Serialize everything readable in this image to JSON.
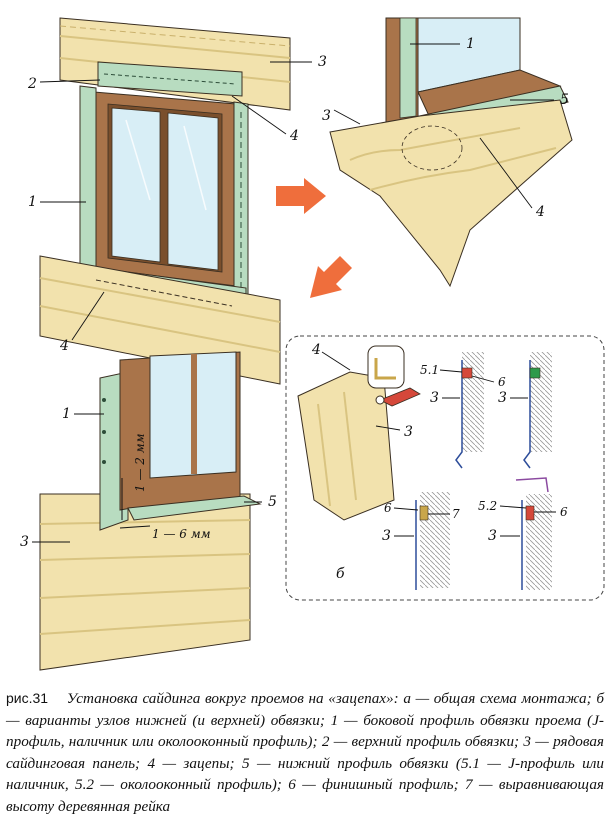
{
  "colors": {
    "siding": "#f2e2ad",
    "siding_dark": "#d9c481",
    "profile": "#b8dcc0",
    "profile_dark": "#7fb08c",
    "frame": "#a9744a",
    "frame_dark": "#7a4f2c",
    "glass": "#d8eef6",
    "arrow": "#ef6e3c",
    "outline": "#3a2f22"
  },
  "labels": {
    "one": "1",
    "two": "2",
    "three": "3",
    "four": "4",
    "five": "5",
    "six": "6",
    "seven": "7",
    "five_one": "5.1",
    "five_two": "5.2",
    "dim_vertical": "1 — 2 мм",
    "dim_horizontal": "1 — 6 мм",
    "panel_b": "б"
  },
  "caption": {
    "number": "рис.31",
    "text": "Установка сайдинга вокруг проемов на «зацепах»: а — общая схема монтажа; б — варианты узлов нижней (и верхней) обвязки; 1 — боковой профиль обвязки проема (J-профиль, наличник или околооконный профиль); 2 — верхний профиль обвязки; 3 — рядовая сайдинговая панель; 4 — зацепы; 5 — нижний профиль обвязки (5.1 — J-профиль или наличник, 5.2 — околооконный профиль); 6 — финишный профиль; 7 — выравнивающая высоту деревянная рейка"
  }
}
